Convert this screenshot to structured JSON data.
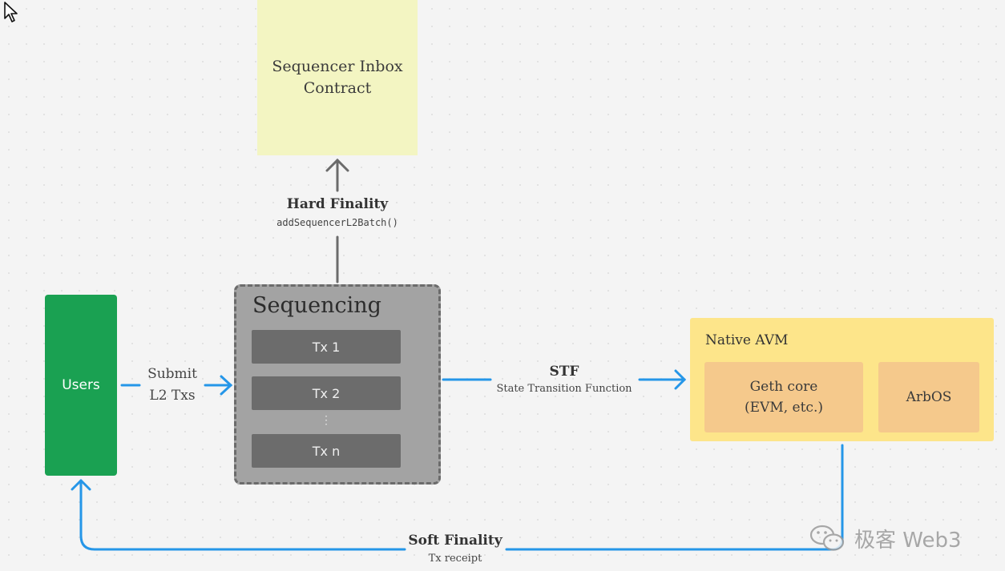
{
  "diagram": {
    "inbox": {
      "label_line1": "Sequencer Inbox",
      "label_line2": "Contract"
    },
    "hard_finality": {
      "title": "Hard Finality",
      "call": "addSequencerL2Batch()"
    },
    "users": {
      "label": "Users"
    },
    "submit": {
      "line1": "Submit",
      "line2": "L2 Txs"
    },
    "sequencing": {
      "title": "Sequencing",
      "txs": [
        "Tx 1",
        "Tx 2",
        "Tx n"
      ],
      "ellipsis": "⋮"
    },
    "stf": {
      "title": "STF",
      "subtitle": "State Transition Function"
    },
    "native_avm": {
      "title": "Native AVM",
      "geth_line1": "Geth core",
      "geth_line2": "(EVM, etc.)",
      "arbos": "ArbOS"
    },
    "soft_finality": {
      "title": "Soft Finality",
      "subtitle": "Tx receipt"
    },
    "watermark": {
      "text": "极客 Web3"
    },
    "colors": {
      "users_green": "#1aa152",
      "arrow_blue": "#2596e8",
      "arrow_gray": "#6b6b6b",
      "inbox_yellow": "#f3f5c2",
      "avm_yellow": "#fde58a",
      "component_orange": "#f5c98c",
      "tx_gray": "#6c6c6c"
    }
  }
}
